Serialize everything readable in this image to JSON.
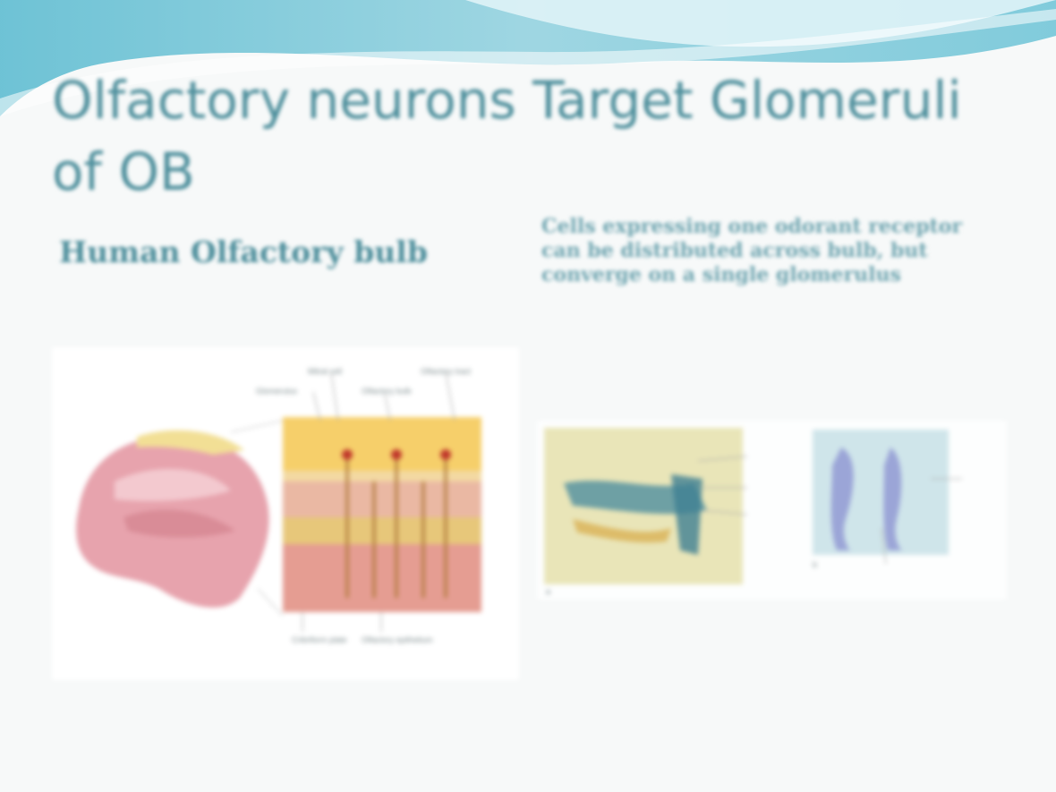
{
  "slide": {
    "title": "Olfactory neurons Target Glomeruli of OB",
    "subtitle": "Human Olfactory bulb",
    "caption": "Cells expressing one odorant receptor can be distributed across bulb, but converge on a single glomerulus",
    "left_figure": {
      "labels": [
        "Glomerulus",
        "Mitral cell",
        "Olfactory bulb",
        "Olfactory tract",
        "Cribriform plate",
        "Olfactory epithelium"
      ]
    },
    "right_figure": {
      "panel_a_letter": "a",
      "panel_b_letter": "b"
    }
  },
  "colors": {
    "title": "#4e8f9c",
    "background": "#f7f9f9",
    "wave_light": "#bfe6ee",
    "wave_dark": "#4fb3c8"
  }
}
